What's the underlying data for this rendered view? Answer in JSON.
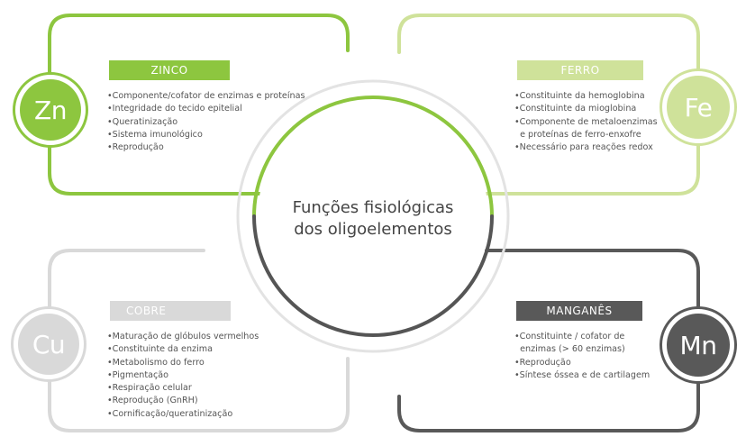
{
  "title": "Funções fisiológicas dos oligoelementos",
  "colors": {
    "zinco": "#8dc63f",
    "ferro": "#cfe29a",
    "cobre": "#d9d9d9",
    "manganes": "#595959",
    "center_dark": "#555555",
    "text": "#555555"
  },
  "panels": {
    "zinco": {
      "label": "ZINCO",
      "symbol": "Zn",
      "items": [
        "•Componente/cofator de enzimas e proteínas",
        "•Integridade do tecido epitelial",
        "•Queratinização",
        "•Sistema imunológico",
        "•Reprodução"
      ]
    },
    "ferro": {
      "label": "FERRO",
      "symbol": "Fe",
      "items": [
        "•Constituinte da hemoglobina",
        "•Constituinte da mioglobina",
        "•Componente de metaloenzimas",
        "  e proteínas de ferro-enxofre",
        "•Necessário para reações redox"
      ]
    },
    "cobre": {
      "label": "COBRE",
      "symbol": "Cu",
      "items": [
        "•Maturação de glóbulos vermelhos",
        "•Constituinte da enzima",
        "•Metabolismo do ferro",
        "•Pigmentação",
        "•Respiração celular",
        "•Reprodução (GnRH)",
        "•Cornificação/queratinização"
      ]
    },
    "manganes": {
      "label": "MANGANÊS",
      "symbol": "Mn",
      "items": [
        "•Constituinte / cofator de",
        "  enzimas (> 60 enzimas)",
        "•Reprodução",
        "•Síntese óssea e de cartilagem"
      ]
    }
  }
}
